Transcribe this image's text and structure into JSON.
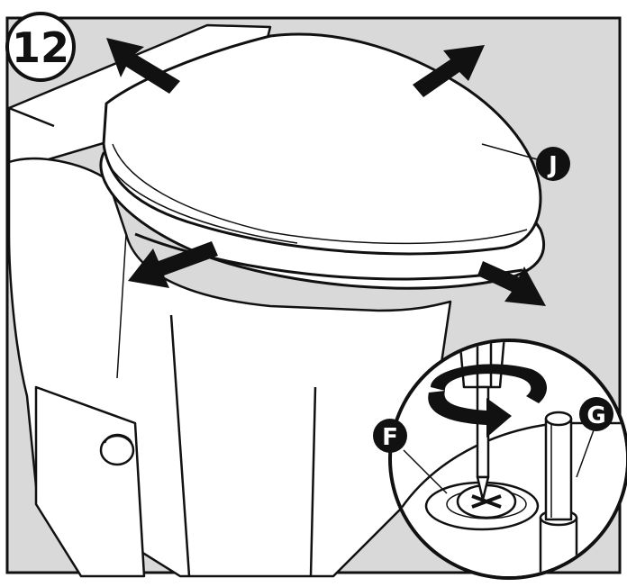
{
  "step": {
    "number": "12"
  },
  "callouts": [
    {
      "id": "seat",
      "letter": "J"
    },
    {
      "id": "screw",
      "letter": "F"
    },
    {
      "id": "post",
      "letter": "G"
    }
  ],
  "colors": {
    "background": "#d9d9d9",
    "line": "#111111",
    "fill": "#ffffff",
    "callout": "#111111"
  },
  "icons": [
    "arrow-icon",
    "rotation-arrow-icon",
    "screwdriver-icon"
  ]
}
